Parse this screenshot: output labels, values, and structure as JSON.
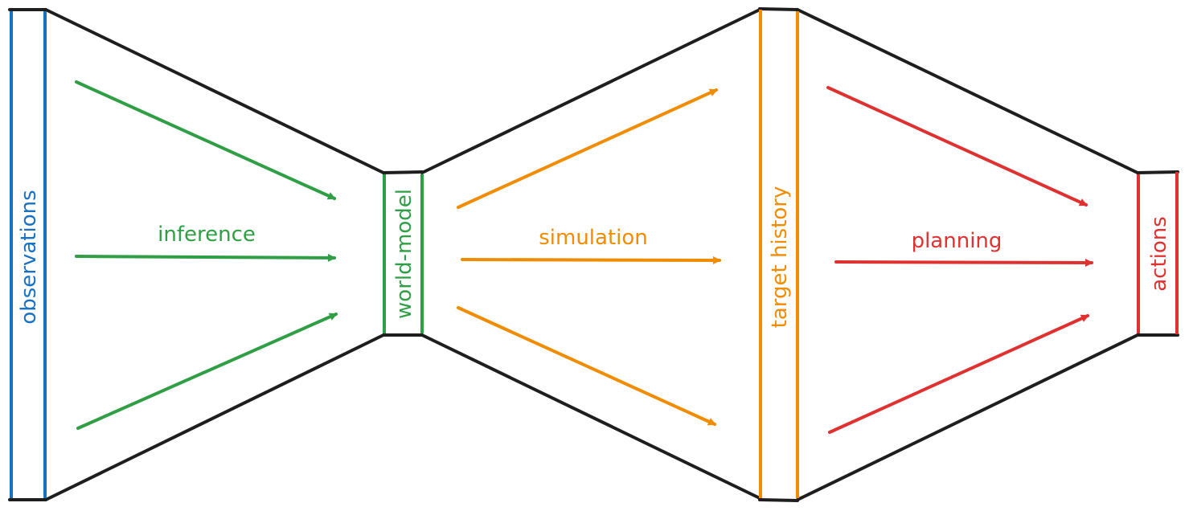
{
  "stages": {
    "observations": {
      "label": "observations",
      "color": "#1971c2"
    },
    "world_model": {
      "label": "world-model",
      "color": "#2f9e44"
    },
    "target_history": {
      "label": "target history",
      "color": "#f08c00"
    },
    "actions": {
      "label": "actions",
      "color": "#e03131"
    }
  },
  "transitions": {
    "inference": {
      "label": "inference",
      "color": "#2f9e44"
    },
    "simulation": {
      "label": "simulation",
      "color": "#f08c00"
    },
    "planning": {
      "label": "planning",
      "color": "#e03131"
    }
  },
  "outline_color": "#1e1e1e"
}
